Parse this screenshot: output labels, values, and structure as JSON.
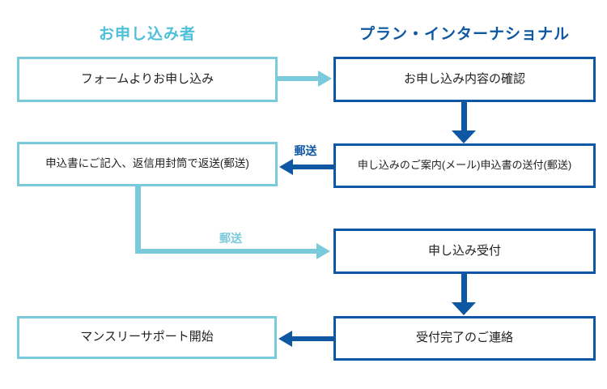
{
  "headers": {
    "applicant": "お申し込み者",
    "organization": "プラン・インターナショナル"
  },
  "boxes": {
    "form_apply": "フォームよりお申し込み",
    "confirm": "お申し込み内容の確認",
    "guide_send": "申し込みのご案内(メール)申込書の送付(郵送)",
    "fill_return": "申込書にご記入、返信用封筒で返送(郵送)",
    "reception": "申し込み受付",
    "complete_notice": "受付完了のご連絡",
    "support_start": "マンスリーサポート開始"
  },
  "arrow_labels": {
    "mail_to_applicant": "郵送",
    "mail_to_organization": "郵送"
  },
  "colors": {
    "cyan": "#79cada",
    "cyan_text": "#4fc0d8",
    "blue": "#0e57a3",
    "box_text": "#222222",
    "background": "#ffffff"
  }
}
